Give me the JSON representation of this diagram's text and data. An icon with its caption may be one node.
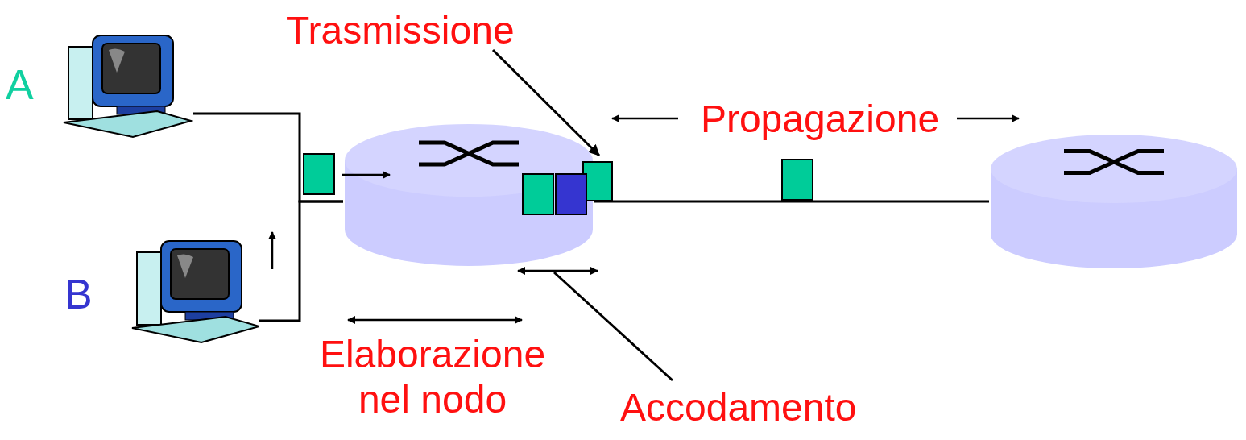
{
  "diagram": {
    "nodes": [
      {
        "text": [
          "Trasmissione"
        ]
      },
      {
        "text": [],
        "shape": "picture",
        "beside": [
          "A"
        ]
      },
      {
        "text": [],
        "shape": "cylinder"
      },
      {
        "text": [],
        "shape": "box"
      },
      {
        "text": [],
        "shape": "cylinder"
      },
      {
        "text": [],
        "shape": "picture",
        "beside": [
          "B"
        ]
      },
      {
        "text": [
          "Accodamento"
        ]
      }
    ],
    "edges": [
      {
        "from": 1,
        "to": 2,
        "arrow": "none"
      },
      {
        "from": 5,
        "to": 2,
        "arrow": "none"
      },
      {
        "from": 2,
        "to": 4,
        "arrow": "none"
      },
      {
        "from": 0,
        "to": 3,
        "arrow": "to"
      },
      {
        "from": 6,
        "to": null,
        "arrow": "none"
      }
    ],
    "labels": [
      "Propagazione",
      "Elaborazione nel nodo"
    ]
  }
}
